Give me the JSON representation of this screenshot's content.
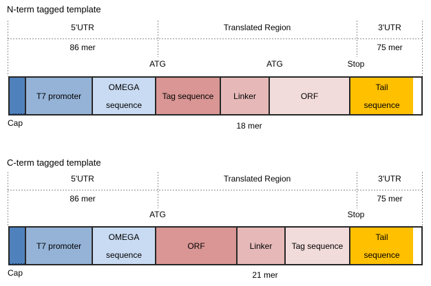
{
  "sections": [
    {
      "id": "n-term",
      "title": "N-term tagged template",
      "regions": [
        {
          "label": "5'UTR",
          "length": "86 mer"
        },
        {
          "label": "Translated Region"
        },
        {
          "label": "3'UTR",
          "length": "75 mer"
        }
      ],
      "markers": [
        {
          "label": "ATG"
        },
        {
          "label": "ATG"
        },
        {
          "label": "Stop"
        }
      ],
      "cap_label": "Cap",
      "linker_length_note": "18 mer",
      "segments": [
        {
          "name": "cap",
          "label": ""
        },
        {
          "name": "t7-promoter",
          "label": "T7 promoter"
        },
        {
          "name": "omega-sequence",
          "label": "OMEGA\nsequence"
        },
        {
          "name": "tag-sequence",
          "label": "Tag sequence"
        },
        {
          "name": "linker",
          "label": "Linker"
        },
        {
          "name": "orf",
          "label": "ORF"
        },
        {
          "name": "tail-sequence",
          "label": "Tail\nsequence"
        }
      ]
    },
    {
      "id": "c-term",
      "title": "C-term tagged template",
      "regions": [
        {
          "label": "5'UTR",
          "length": "86 mer"
        },
        {
          "label": "Translated Region"
        },
        {
          "label": "3'UTR",
          "length": "75 mer"
        }
      ],
      "markers": [
        {
          "label": "ATG"
        },
        {
          "label": "Stop"
        }
      ],
      "cap_label": "Cap",
      "linker_length_note": "21 mer",
      "segments": [
        {
          "name": "cap",
          "label": ""
        },
        {
          "name": "t7-promoter",
          "label": "T7 promoter"
        },
        {
          "name": "omega-sequence",
          "label": "OMEGA\nsequence"
        },
        {
          "name": "orf",
          "label": "ORF"
        },
        {
          "name": "linker",
          "label": "Linker"
        },
        {
          "name": "tag-sequence",
          "label": "Tag sequence"
        },
        {
          "name": "tail-sequence",
          "label": "Tail\nsequence"
        }
      ]
    }
  ],
  "colors": {
    "cap_dark_blue": "#4F81BD",
    "t7_medium_blue": "#95B3D7",
    "omega_light_blue": "#C9DBF2",
    "medium_rose": "#D99694",
    "linker_pink": "#E6B9B8",
    "light_rose": "#F2DCDB",
    "tail_gold": "#FFC000",
    "bar_outline": "#262626",
    "dashed_guides": "#8C8C8C",
    "text": "#000000"
  }
}
